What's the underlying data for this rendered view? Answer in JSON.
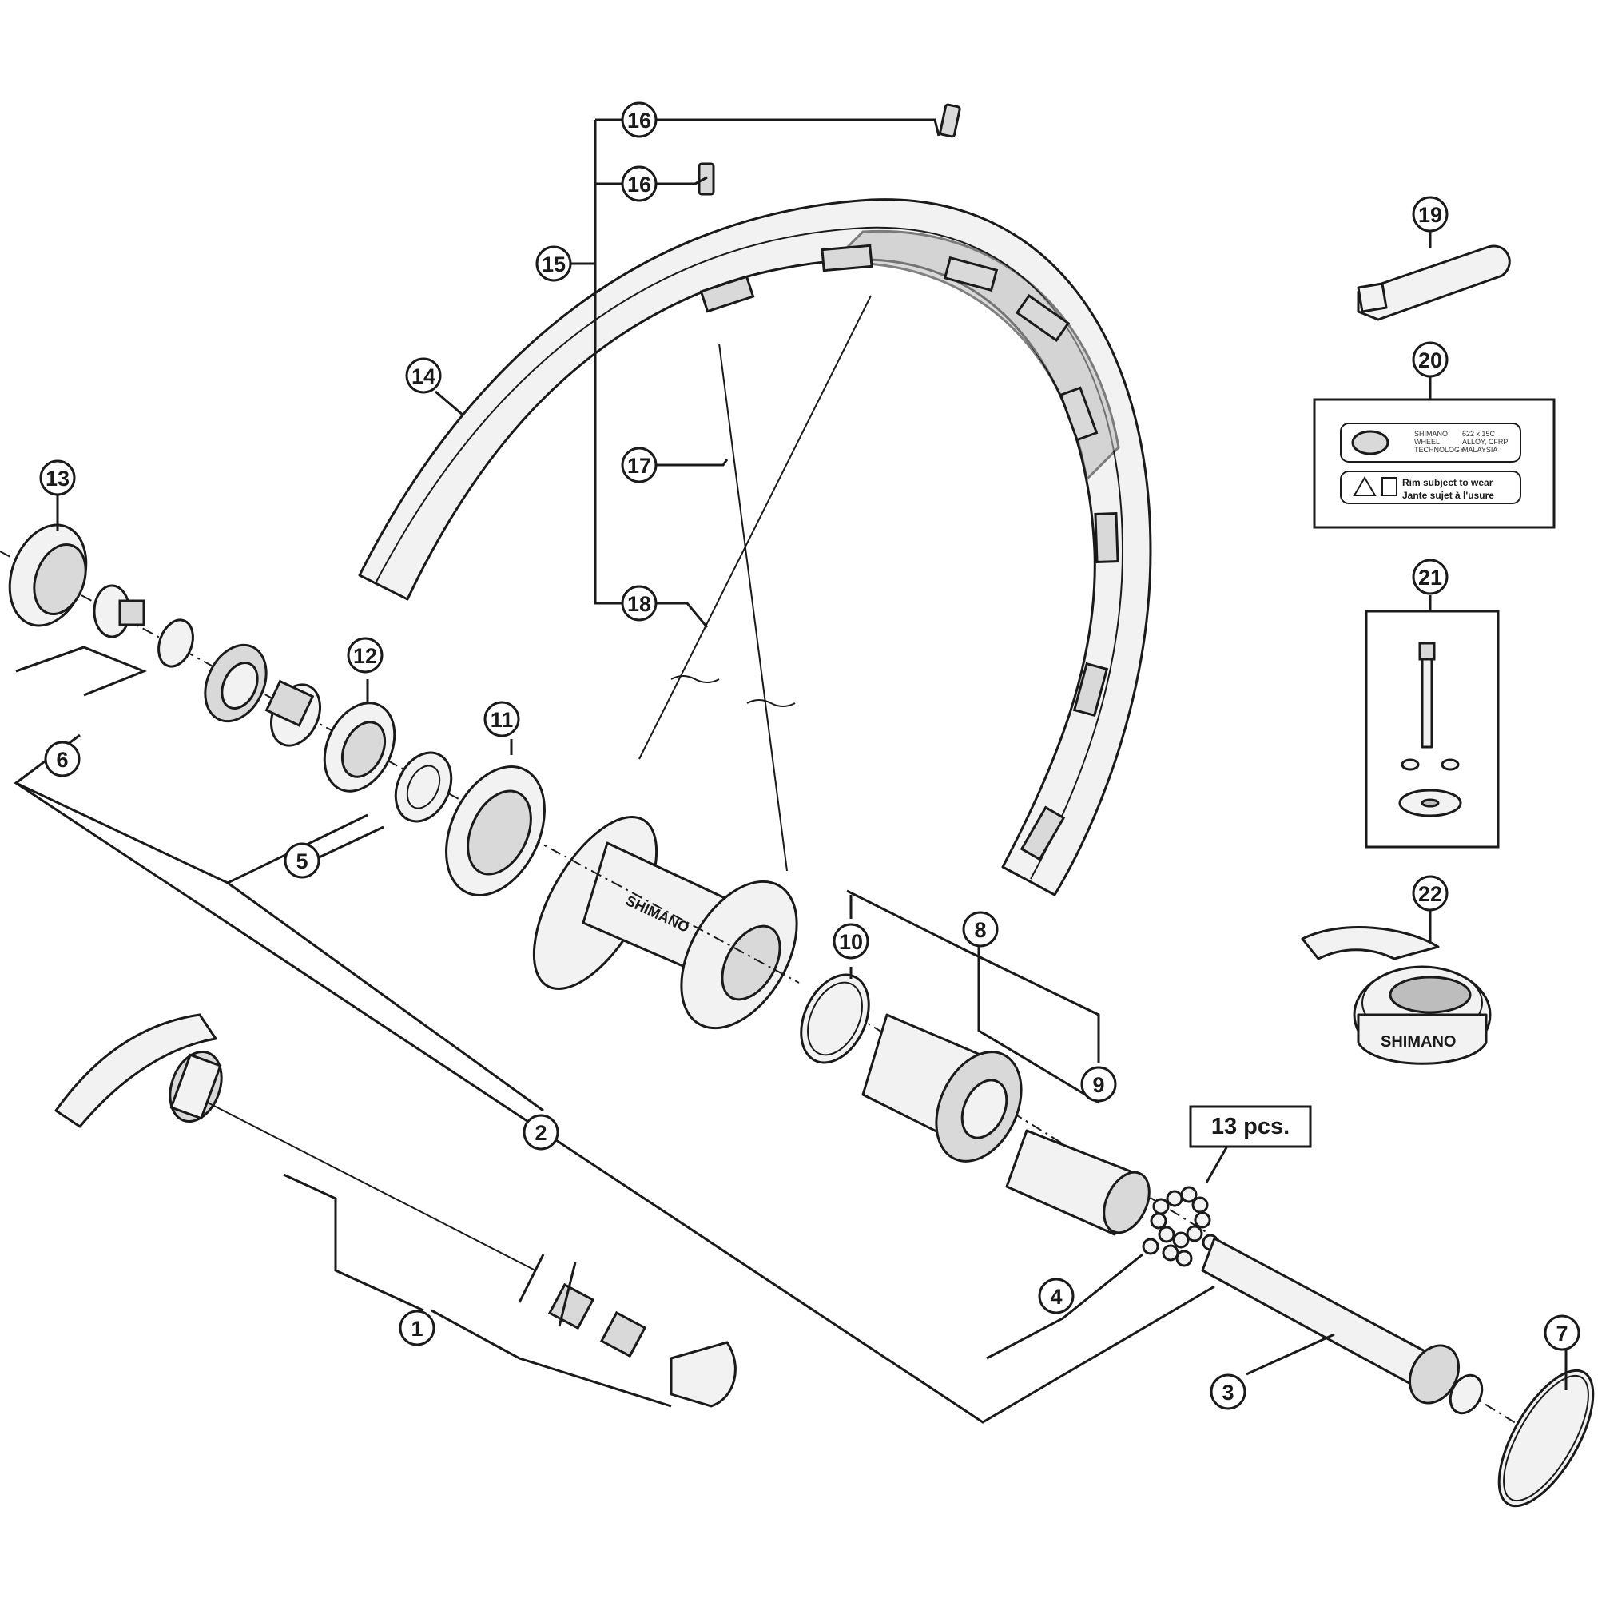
{
  "diagram": {
    "callouts": [
      "1",
      "2",
      "3",
      "4",
      "5",
      "6",
      "7",
      "8",
      "9",
      "10",
      "11",
      "12",
      "13",
      "14",
      "15",
      "16",
      "16",
      "17",
      "18",
      "19",
      "20",
      "21",
      "22"
    ],
    "quantity_note": "13 pcs.",
    "hub_brand": "SHIMANO",
    "rim_tape_brand": "SHIMANO",
    "rim_label": {
      "brand_lines": [
        "SHIMANO",
        "WHEEL",
        "TECHNOLOGY"
      ],
      "spec_lines": [
        "622 x 15C",
        "ALLOY, CFRP",
        "MALAYSIA"
      ],
      "warning_line_1": "Rim subject to wear",
      "warning_line_2": "Jante sujet à l'usure"
    },
    "colors": {
      "line": "#1a1a1a",
      "part_fill": "#f2f2f2",
      "shade": "#bdbdbd"
    }
  }
}
